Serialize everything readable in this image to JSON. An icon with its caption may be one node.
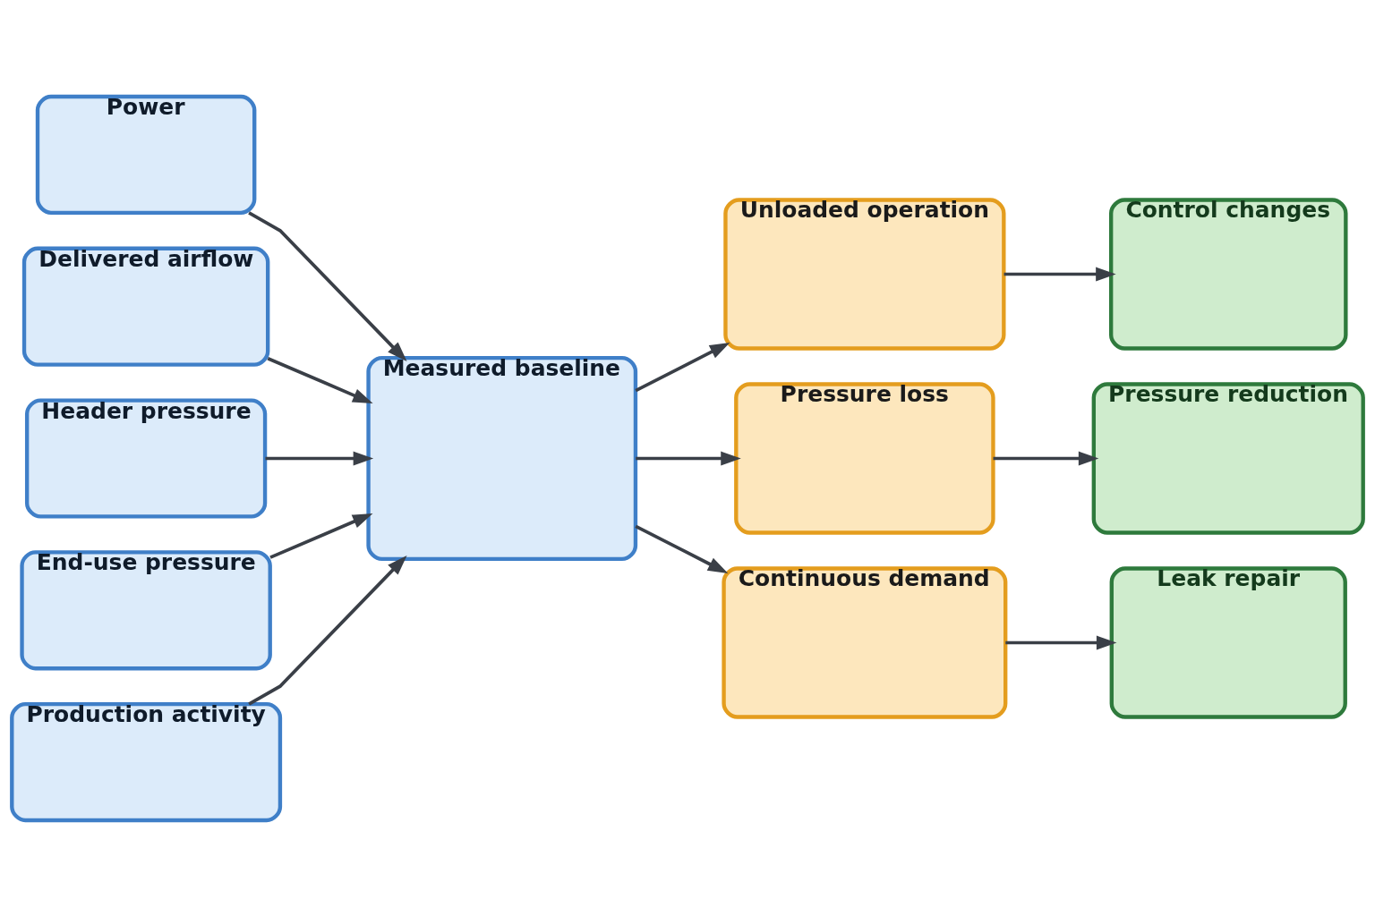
{
  "diagram": {
    "nodes": [
      {
        "text": [
          "Power"
        ]
      },
      {
        "text": [
          "Delivered airflow"
        ]
      },
      {
        "text": [
          "Header pressure"
        ]
      },
      {
        "text": [
          "End-use pressure"
        ]
      },
      {
        "text": [
          "Production activity"
        ]
      },
      {
        "text": [
          "Measured baseline"
        ]
      },
      {
        "text": [
          "Unloaded operation"
        ]
      },
      {
        "text": [
          "Pressure loss"
        ]
      },
      {
        "text": [
          "Continuous demand"
        ]
      },
      {
        "text": [
          "Control changes"
        ]
      },
      {
        "text": [
          "Pressure reduction"
        ]
      },
      {
        "text": [
          "Leak repair"
        ]
      }
    ],
    "edges": [
      {
        "from": 0,
        "to": 5,
        "arrow": "to"
      },
      {
        "from": 1,
        "to": 5,
        "arrow": "to"
      },
      {
        "from": 2,
        "to": 5,
        "arrow": "to"
      },
      {
        "from": 3,
        "to": 5,
        "arrow": "to"
      },
      {
        "from": 4,
        "to": 5,
        "arrow": "to"
      },
      {
        "from": 5,
        "to": 6,
        "arrow": "to"
      },
      {
        "from": 5,
        "to": 7,
        "arrow": "to"
      },
      {
        "from": 5,
        "to": 8,
        "arrow": "to"
      },
      {
        "from": 6,
        "to": 9,
        "arrow": "to"
      },
      {
        "from": 7,
        "to": 10,
        "arrow": "to"
      },
      {
        "from": 8,
        "to": 11,
        "arrow": "to"
      }
    ]
  }
}
